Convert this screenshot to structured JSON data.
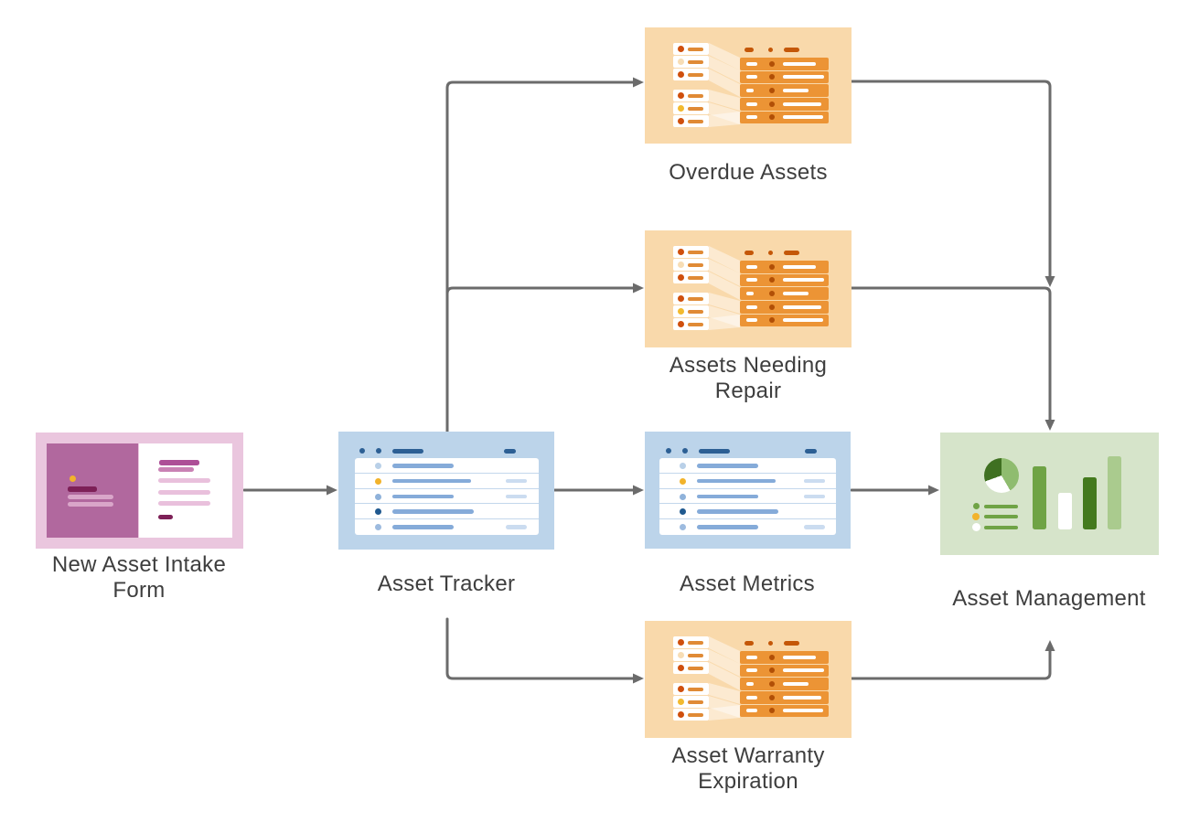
{
  "diagram": {
    "nodes": [
      {
        "id": "new-asset-intake-form",
        "label": "New Asset Intake Form",
        "card": "form",
        "theme": "pink"
      },
      {
        "id": "asset-tracker",
        "label": "Asset Tracker",
        "card": "record-list",
        "theme": "blue"
      },
      {
        "id": "overdue-assets",
        "label": "Overdue Assets",
        "card": "merge-table",
        "theme": "orange"
      },
      {
        "id": "assets-needing-repair",
        "label": "Assets Needing Repair",
        "card": "merge-table",
        "theme": "orange"
      },
      {
        "id": "asset-metrics",
        "label": "Asset Metrics",
        "card": "record-list",
        "theme": "blue"
      },
      {
        "id": "asset-warranty-expiration",
        "label": "Asset Warranty Expiration",
        "card": "merge-table",
        "theme": "orange"
      },
      {
        "id": "asset-management",
        "label": "Asset Management",
        "card": "dashboard",
        "theme": "green"
      }
    ],
    "edges": [
      {
        "from": "new-asset-intake-form",
        "to": "asset-tracker"
      },
      {
        "from": "asset-tracker",
        "to": "overdue-assets"
      },
      {
        "from": "asset-tracker",
        "to": "assets-needing-repair"
      },
      {
        "from": "asset-tracker",
        "to": "asset-metrics"
      },
      {
        "from": "asset-tracker",
        "to": "asset-warranty-expiration"
      },
      {
        "from": "overdue-assets",
        "to": "asset-management"
      },
      {
        "from": "assets-needing-repair",
        "to": "asset-management"
      },
      {
        "from": "asset-metrics",
        "to": "asset-management"
      },
      {
        "from": "asset-warranty-expiration",
        "to": "asset-management"
      }
    ],
    "colors": {
      "connector": "#6b6b6b",
      "label_text": "#3e3e3e",
      "pink_bg": "#eac6de",
      "pink_panel": "#b1689e",
      "pink_dark": "#7d2057",
      "pink_bar": "#d9a6c9",
      "blue_bg": "#bcd4ea",
      "blue_dark": "#2c5f94",
      "blue_mid": "#85abd9",
      "blue_light": "#cbdcf0",
      "orange_bg": "#f9d9ab",
      "orange_row": "#ec9435",
      "orange_dark": "#c45708",
      "orange_dot": "#cf4f0d",
      "green_bg": "#d6e4ca",
      "green_mid": "#6fa345",
      "green_dark": "#447a1e",
      "green_light": "#aacb8e",
      "accent_yellow": "#f2b32b"
    }
  }
}
